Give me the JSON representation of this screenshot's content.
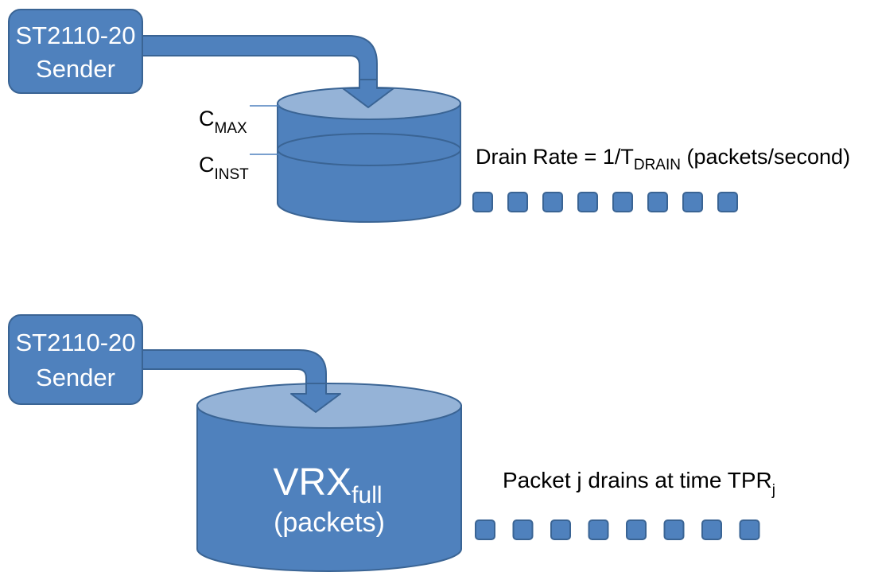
{
  "colors": {
    "fill": "#4F81BD",
    "fill_light": "#95B3D7",
    "stroke": "#3A6494",
    "text_on_fill": "#FFFFFF",
    "level_line": "#4F81BD"
  },
  "top": {
    "sender": {
      "line1": "ST2110-20",
      "line2": "Sender"
    },
    "cmax": {
      "base": "C",
      "sub": "MAX"
    },
    "cinst": {
      "base": "C",
      "sub": "INST"
    },
    "drain": {
      "prefix": "Drain Rate = 1/T",
      "sub": "DRAIN",
      "suffix": " (packets/second)"
    },
    "packet_count": 8
  },
  "bottom": {
    "sender": {
      "line1": "ST2110-20",
      "line2": "Sender"
    },
    "bucket": {
      "main": "VRX",
      "sub": "full",
      "unit": "(packets)"
    },
    "drain": {
      "prefix": "Packet j drains at time TPR",
      "sub": "j"
    },
    "packet_count": 8
  }
}
